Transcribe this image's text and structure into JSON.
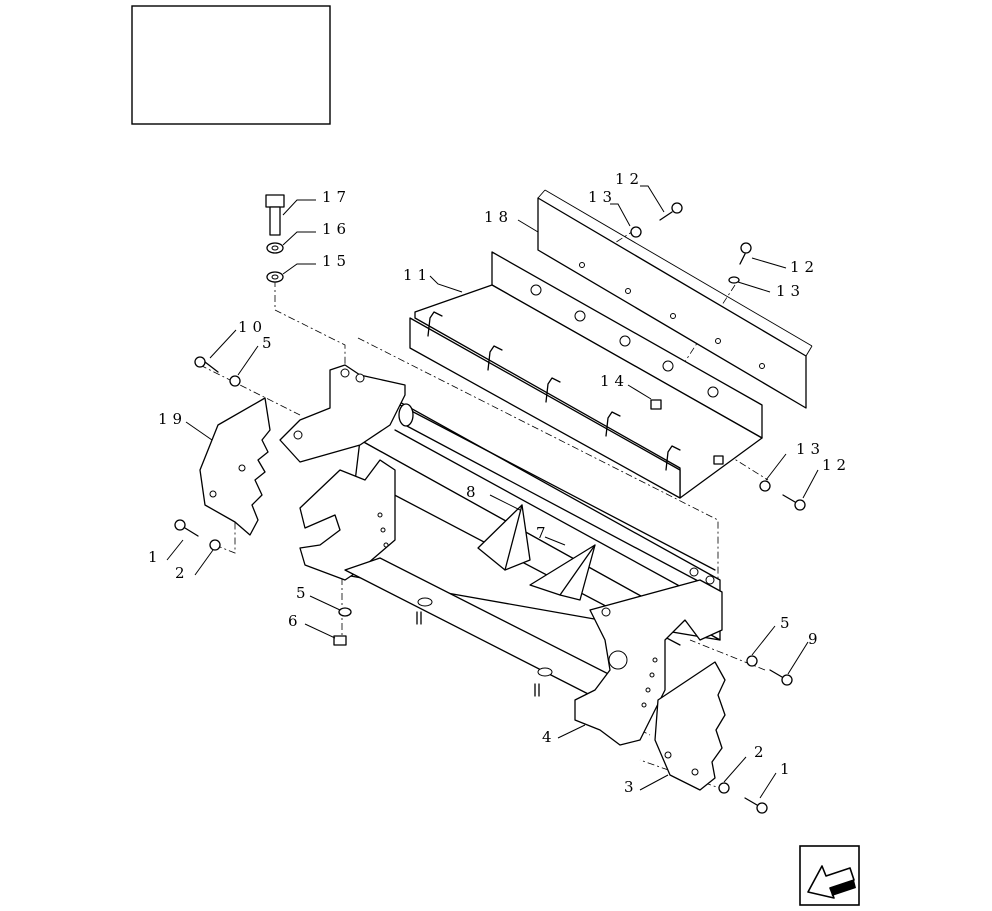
{
  "callouts": [
    {
      "id": "c17a",
      "label": "17"
    },
    {
      "id": "c16",
      "label": "16"
    },
    {
      "id": "c15",
      "label": "15"
    },
    {
      "id": "c18",
      "label": "18"
    },
    {
      "id": "c13a",
      "label": "13"
    },
    {
      "id": "c12a",
      "label": "12"
    },
    {
      "id": "c12b",
      "label": "12"
    },
    {
      "id": "c13b",
      "label": "13"
    },
    {
      "id": "c11",
      "label": "11"
    },
    {
      "id": "c10",
      "label": "10"
    },
    {
      "id": "c5a",
      "label": "5"
    },
    {
      "id": "c19",
      "label": "19"
    },
    {
      "id": "c14",
      "label": "14"
    },
    {
      "id": "c13c",
      "label": "13"
    },
    {
      "id": "c12c",
      "label": "12"
    },
    {
      "id": "c8",
      "label": "8"
    },
    {
      "id": "c7",
      "label": "7"
    },
    {
      "id": "c1a",
      "label": "1"
    },
    {
      "id": "c2a",
      "label": "2"
    },
    {
      "id": "c5b",
      "label": "5"
    },
    {
      "id": "c6",
      "label": "6"
    },
    {
      "id": "c5c",
      "label": "5"
    },
    {
      "id": "c9",
      "label": "9"
    },
    {
      "id": "c4",
      "label": "4"
    },
    {
      "id": "c2b",
      "label": "2"
    },
    {
      "id": "c1b",
      "label": "1"
    },
    {
      "id": "c3",
      "label": "3"
    }
  ]
}
